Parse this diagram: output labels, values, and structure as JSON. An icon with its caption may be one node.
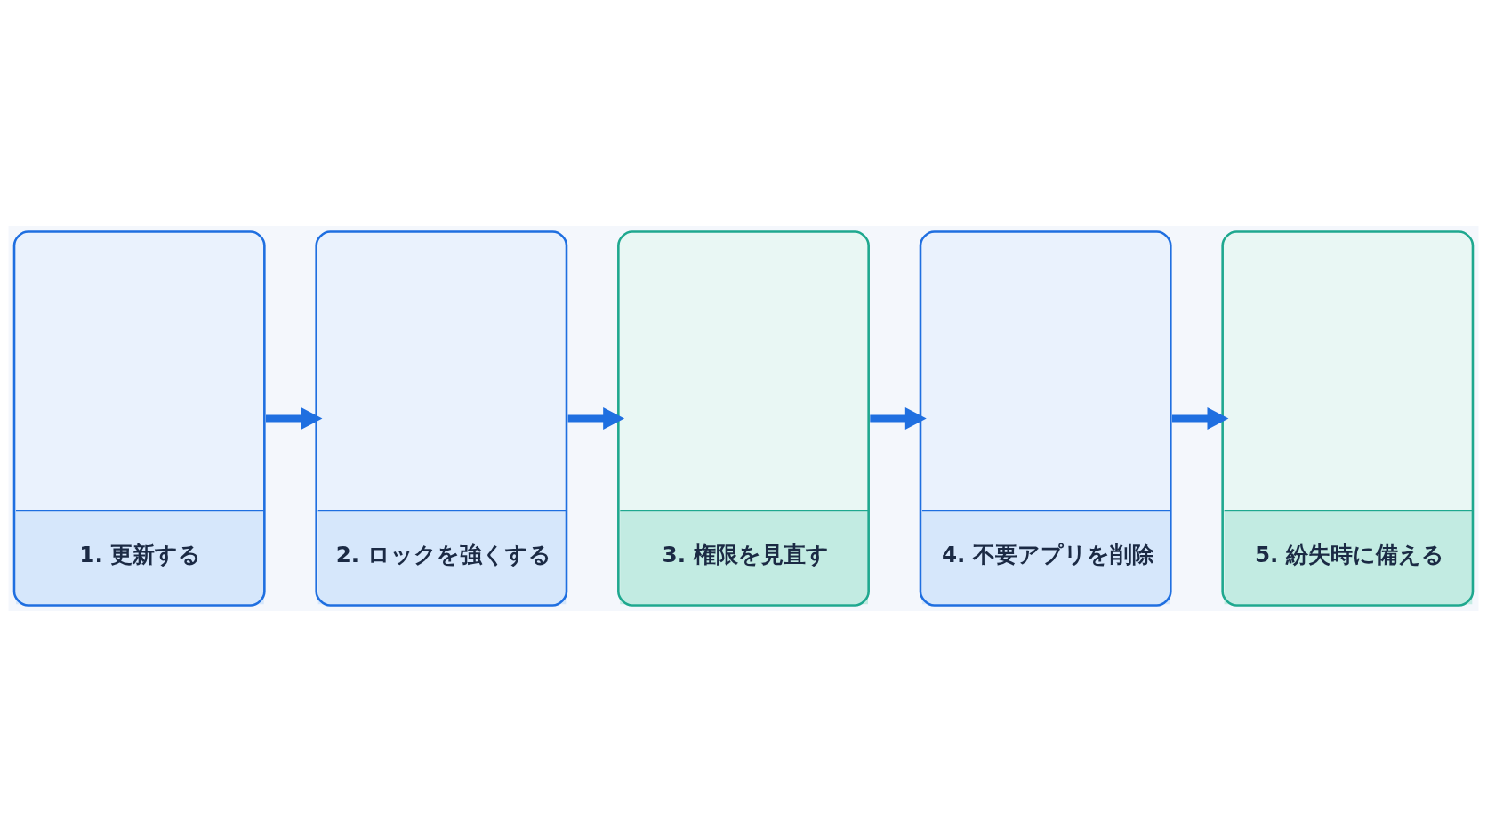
{
  "diagram": {
    "nodes": [
      {
        "text": [
          "1. 更新する"
        ]
      },
      {
        "text": [
          "2. ロックを強くする"
        ]
      },
      {
        "text": [
          "3. 権限を見直す"
        ]
      },
      {
        "text": [
          "4. 不要アプリを削除"
        ]
      },
      {
        "text": [
          "5. 紛失時に備える"
        ]
      }
    ],
    "edges": [
      {
        "from": 0,
        "to": 1,
        "arrow": "to"
      },
      {
        "from": 1,
        "to": 2,
        "arrow": "to"
      },
      {
        "from": 2,
        "to": 3,
        "arrow": "to"
      },
      {
        "from": 3,
        "to": 4,
        "arrow": "to"
      }
    ]
  }
}
